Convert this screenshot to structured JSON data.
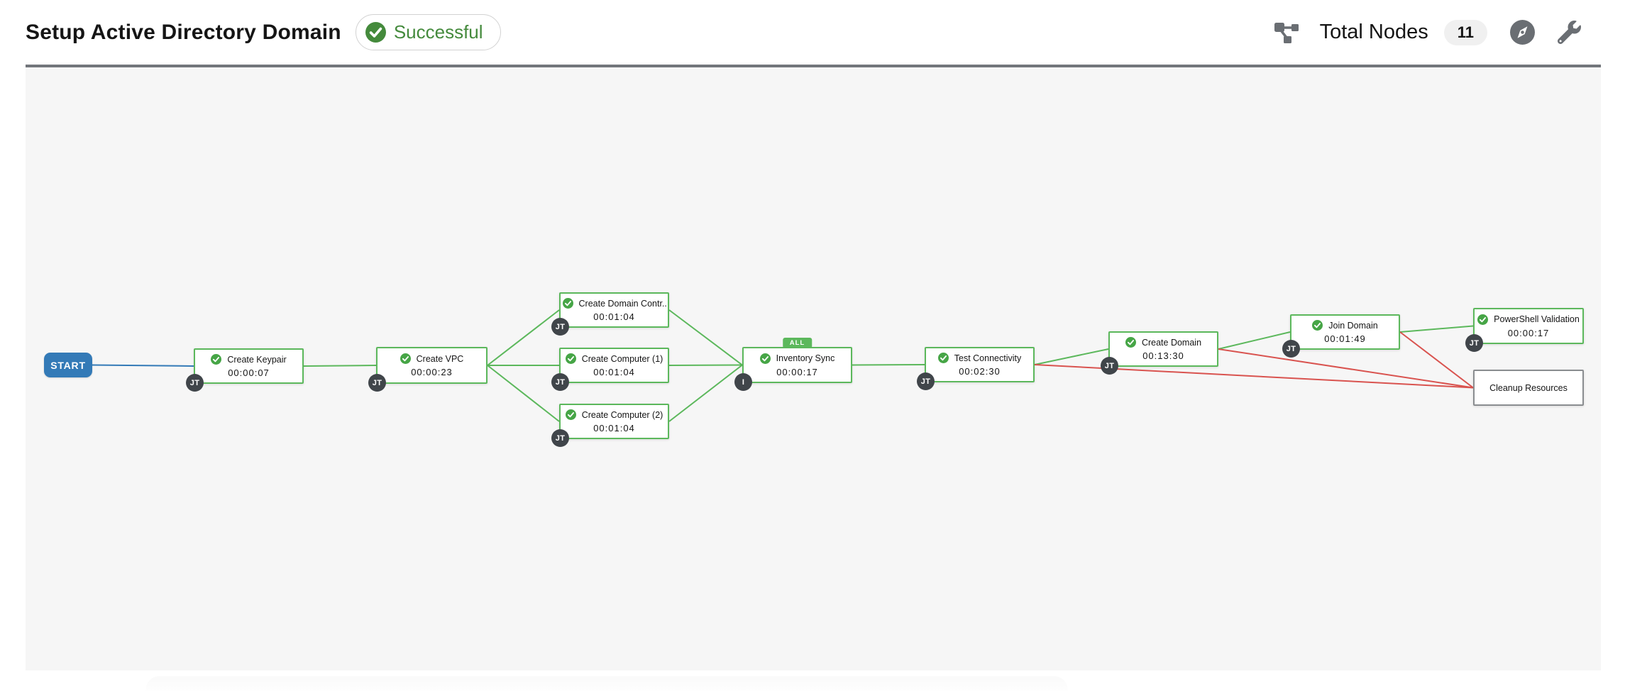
{
  "header": {
    "title": "Setup Active Directory Domain",
    "status": {
      "label": "Successful"
    },
    "toolbar": {
      "total_nodes_label": "Total Nodes",
      "total_nodes_count": "11"
    }
  },
  "icons": {
    "status_check": "check-circle (solid green circle, white check)",
    "sitemap": "sitemap/topology glyph (gray squares joined by lines)",
    "compass": "solid gray circle with white compass needle",
    "wrench": "gray wrench glyph",
    "node_success_check": "small green circle with white check"
  },
  "colors": {
    "status_green": "#448a3c",
    "node_check_green": "#46a546",
    "success_link_green": "#5cb85c",
    "failure_link_red": "#d9534f",
    "start_link_blue": "#337ab7",
    "pending_border_gray": "#8a8d90",
    "badge_bg": "#40454a",
    "canvas_bg": "#f6f6f6",
    "divider_gray": "#72767b"
  },
  "canvas": {
    "start_node_label": "START",
    "nodes": [
      {
        "id": "create-keypair",
        "label": "Create Keypair",
        "elapsed": "00:00:07",
        "badge": "JT",
        "status": "success"
      },
      {
        "id": "create-vpc",
        "label": "Create VPC",
        "elapsed": "00:00:23",
        "badge": "JT",
        "status": "success"
      },
      {
        "id": "create-domain-controller",
        "label": "Create Domain Contr...",
        "elapsed": "00:01:04",
        "badge": "JT",
        "status": "success"
      },
      {
        "id": "create-computer-1",
        "label": "Create Computer (1)",
        "elapsed": "00:01:04",
        "badge": "JT",
        "status": "success"
      },
      {
        "id": "create-computer-2",
        "label": "Create Computer (2)",
        "elapsed": "00:01:04",
        "badge": "JT",
        "status": "success"
      },
      {
        "id": "inventory-sync",
        "label": "Inventory Sync",
        "elapsed": "00:00:17",
        "badge": "I",
        "status": "success",
        "tag": "ALL"
      },
      {
        "id": "test-connectivity",
        "label": "Test Connectivity",
        "elapsed": "00:02:30",
        "badge": "JT",
        "status": "success"
      },
      {
        "id": "create-domain",
        "label": "Create Domain",
        "elapsed": "00:13:30",
        "badge": "JT",
        "status": "success"
      },
      {
        "id": "join-domain",
        "label": "Join Domain",
        "elapsed": "00:01:49",
        "badge": "JT",
        "status": "success"
      },
      {
        "id": "powershell-validation",
        "label": "PowerShell Validation",
        "elapsed": "00:00:17",
        "badge": "JT",
        "status": "success"
      },
      {
        "id": "cleanup-resources",
        "label": "Cleanup Resources",
        "status": "pending"
      }
    ],
    "edges": [
      {
        "from": "start",
        "to": "create-keypair",
        "type": "start"
      },
      {
        "from": "create-keypair",
        "to": "create-vpc",
        "type": "success"
      },
      {
        "from": "create-vpc",
        "to": "create-domain-controller",
        "type": "success"
      },
      {
        "from": "create-vpc",
        "to": "create-computer-1",
        "type": "success"
      },
      {
        "from": "create-vpc",
        "to": "create-computer-2",
        "type": "success"
      },
      {
        "from": "create-domain-controller",
        "to": "inventory-sync",
        "type": "success"
      },
      {
        "from": "create-computer-1",
        "to": "inventory-sync",
        "type": "success"
      },
      {
        "from": "create-computer-2",
        "to": "inventory-sync",
        "type": "success"
      },
      {
        "from": "inventory-sync",
        "to": "test-connectivity",
        "type": "success"
      },
      {
        "from": "test-connectivity",
        "to": "create-domain",
        "type": "success"
      },
      {
        "from": "test-connectivity",
        "to": "cleanup-resources",
        "type": "failure"
      },
      {
        "from": "create-domain",
        "to": "join-domain",
        "type": "success"
      },
      {
        "from": "create-domain",
        "to": "cleanup-resources",
        "type": "failure"
      },
      {
        "from": "join-domain",
        "to": "powershell-validation",
        "type": "success"
      },
      {
        "from": "join-domain",
        "to": "cleanup-resources",
        "type": "failure"
      }
    ]
  }
}
